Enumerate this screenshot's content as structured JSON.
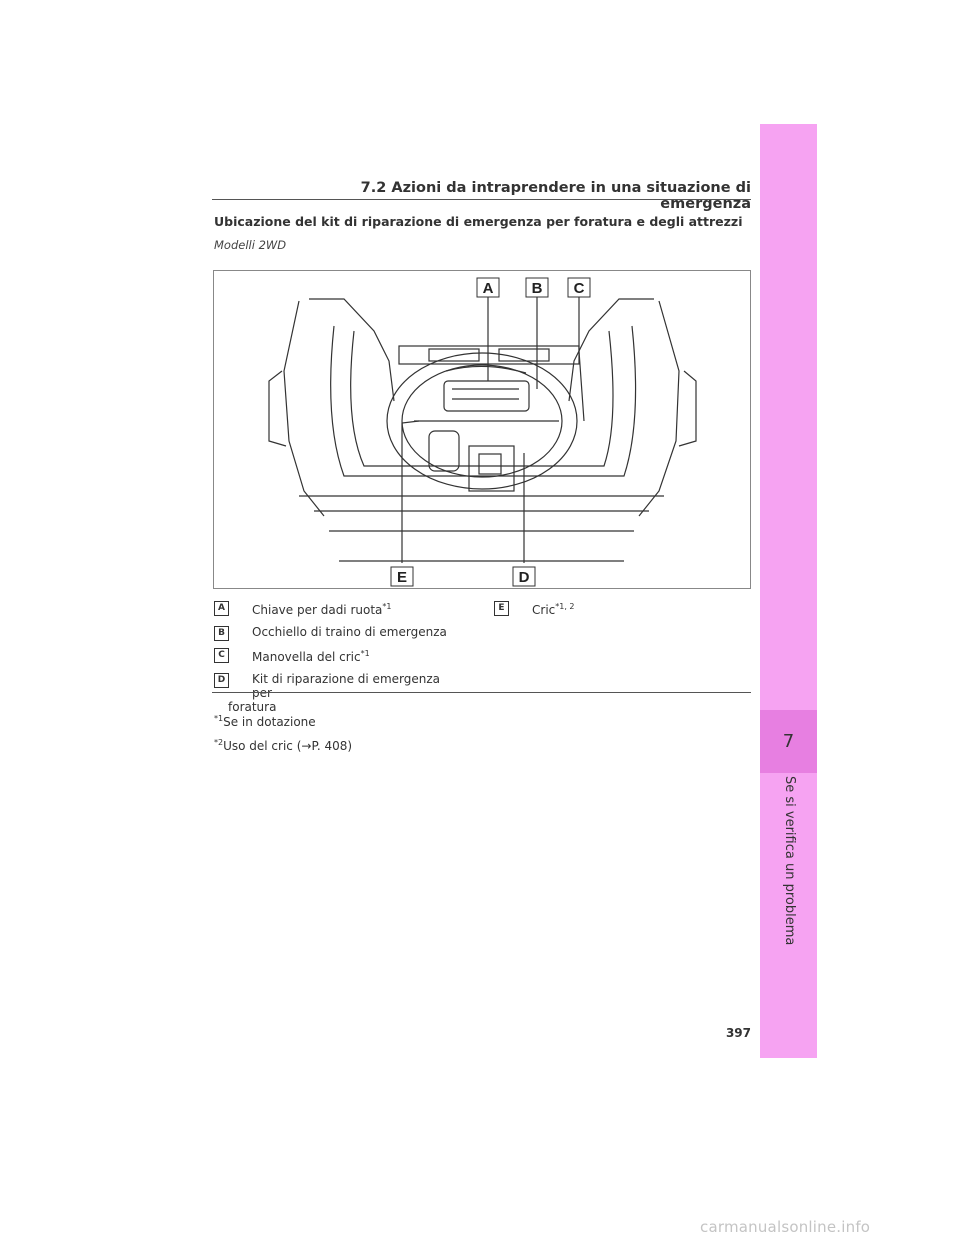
{
  "header": {
    "title": "7.2  Azioni da intraprendere in una situazione di emergenza"
  },
  "section": {
    "title": "Ubicazione del kit di riparazione di emergenza per foratura e degli attrezzi",
    "model": "Modelli 2WD"
  },
  "figure": {
    "callouts": [
      "A",
      "B",
      "C",
      "E",
      "D"
    ],
    "colors": {
      "line": "#333333",
      "panel": "#ffffff"
    }
  },
  "legend": {
    "left": [
      {
        "key": "A",
        "text": "Chiave per dadi ruota",
        "sup": "*1"
      },
      {
        "key": "B",
        "text": "Occhiello di traino di emergenza",
        "sup": ""
      },
      {
        "key": "C",
        "text": "Manovella del cric",
        "sup": "*1"
      },
      {
        "key": "D",
        "text": "Kit di riparazione di emergenza per",
        "text2": "foratura",
        "sup": ""
      }
    ],
    "right": [
      {
        "key": "E",
        "text": "Cric",
        "sup": "*1, 2"
      }
    ]
  },
  "footnotes": [
    {
      "mark": "*1",
      "text": "Se in dotazione"
    },
    {
      "mark": "*2",
      "text": "Uso del cric (→P. 408)"
    }
  ],
  "sidebar": {
    "chapter": "7",
    "title": "Se si verifica un problema",
    "colors": {
      "tab": "#f6a3f2",
      "chapter": "#e77fe1"
    }
  },
  "page": {
    "number": "397"
  },
  "watermark": {
    "text": "carmanualsonline.info"
  }
}
